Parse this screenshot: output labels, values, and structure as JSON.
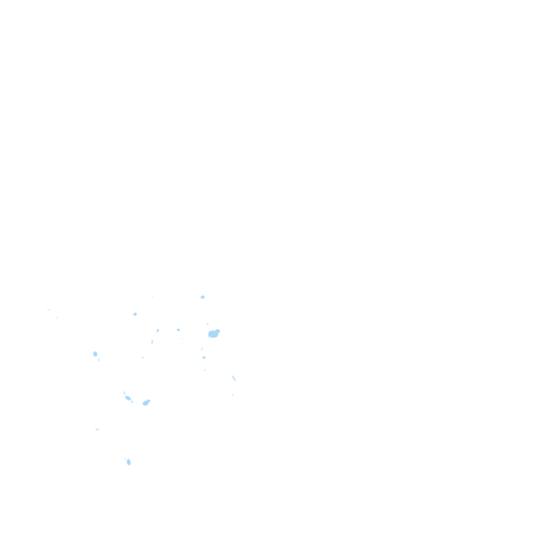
{
  "map": {
    "background_color": "#ffffff",
    "water_color": "#a8d8f8",
    "water_color_light": "#c8e6fb",
    "features": [
      {
        "kind": "water-body"
      },
      {
        "kind": "water-body"
      },
      {
        "kind": "water-body"
      },
      {
        "kind": "water-body"
      },
      {
        "kind": "water-body"
      },
      {
        "kind": "water-body"
      },
      {
        "kind": "water-body"
      },
      {
        "kind": "water-body"
      },
      {
        "kind": "water-body"
      },
      {
        "kind": "water-body"
      },
      {
        "kind": "water-body"
      },
      {
        "kind": "water-body"
      },
      {
        "kind": "water-body"
      },
      {
        "kind": "water-body"
      },
      {
        "kind": "water-body"
      },
      {
        "kind": "water-body"
      },
      {
        "kind": "water-body"
      },
      {
        "kind": "water-body"
      },
      {
        "kind": "water-body"
      },
      {
        "kind": "water-body"
      },
      {
        "kind": "water-body"
      },
      {
        "kind": "water-body"
      },
      {
        "kind": "water-body"
      },
      {
        "kind": "water-body"
      },
      {
        "kind": "water-body"
      }
    ]
  }
}
